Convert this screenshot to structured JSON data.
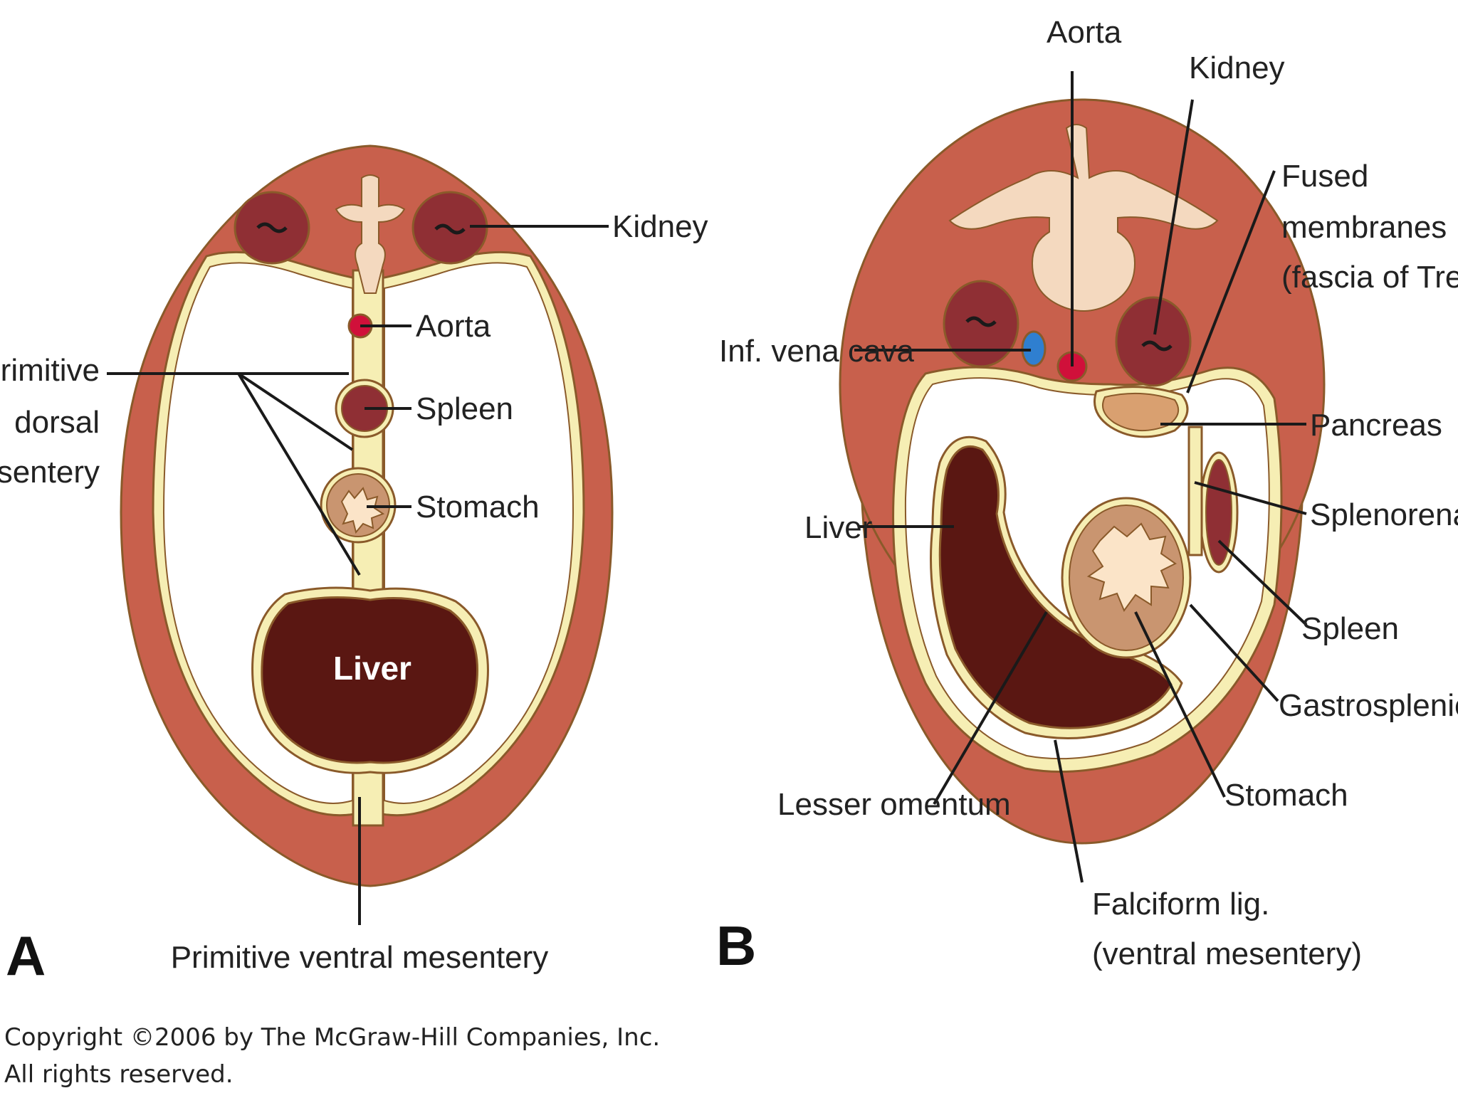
{
  "colors": {
    "wall": "#c8604c",
    "wall_inner": "#d98a70",
    "cavity": "#ffffff",
    "membrane": "#f6eeb4",
    "membrane_edge": "#8a5a2a",
    "kidney": "#8f2f34",
    "bone": "#f4d9bf",
    "aorta": "#d0103a",
    "vena_cava": "#2f7fd0",
    "liver": "#5a1712",
    "spleen": "#8f2f34",
    "stomach": "#c99570",
    "stomach_lumen": "#fbe4c8",
    "pancreas": "#d9a070"
  },
  "panel_a": {
    "letter": "A",
    "labels": {
      "kidney": "Kidney",
      "aorta": "Aorta",
      "spleen": "Spleen",
      "stomach": "Stomach",
      "liver": "Liver",
      "dorsal_1": "Primitive",
      "dorsal_2": "dorsal",
      "dorsal_3": "mesentery",
      "ventral": "Primitive ventral mesentery"
    }
  },
  "panel_b": {
    "letter": "B",
    "labels": {
      "aorta": "Aorta",
      "kidney": "Kidney",
      "fused_1": "Fused",
      "fused_2": "membranes",
      "fused_3": "(fascia of Treitz)",
      "ivc": "Inf. vena cava",
      "pancreas": "Pancreas",
      "liver": "Liver",
      "splenorenal": "Splenorenal lig.",
      "spleen": "Spleen",
      "gastrosplenic": "Gastrosplenic lig.",
      "lesser_omentum": "Lesser omentum",
      "stomach": "Stomach",
      "falciform_1": "Falciform lig.",
      "falciform_2": "(ventral mesentery)"
    }
  },
  "copyright": {
    "line1": "Copyright ©2006 by The McGraw-Hill Companies, Inc.",
    "line2": "All rights reserved."
  }
}
